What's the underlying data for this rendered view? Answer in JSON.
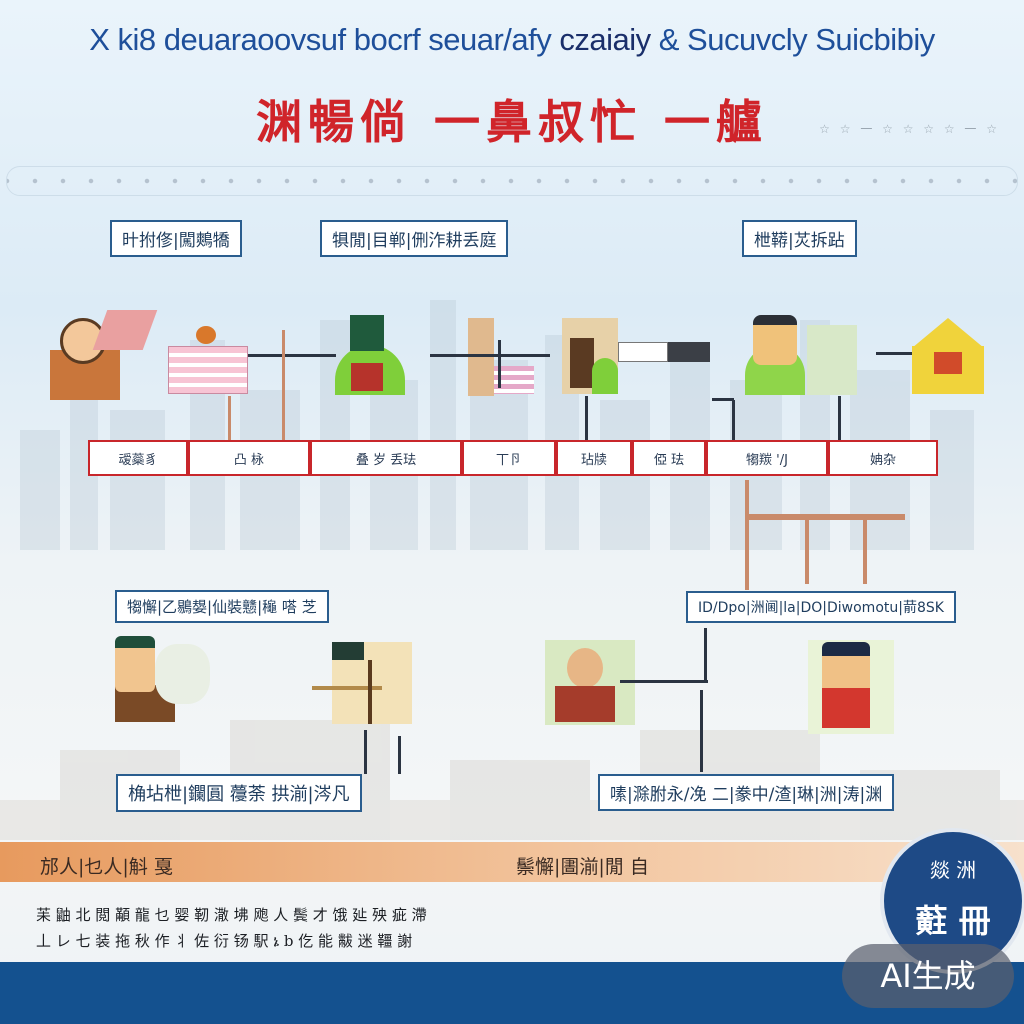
{
  "header": {
    "title_en_a": "X ki8 deuaraoovsuf bocrf seuar/afy",
    "title_en_b": "czaiaiy",
    "title_en_c": "& Sucuvcly Suicbibiy",
    "title_cn": "渊暢倘 一鼻叔忙 一艫",
    "deco_right": "☆ ☆ 一 ☆ ☆ ☆ ☆ 一 ☆"
  },
  "top_labels": {
    "left": "旪拊俢|闖鷞犞",
    "middle": "犋閒|目郸|侀泎耕丢庭",
    "right": "枻鞯|炗拆跕"
  },
  "mid_row": [
    "叆蘂豸",
    "凸 栐",
    "叠 岁 丢珐",
    "丅卪",
    "玷牍",
    "俹 珐",
    "犓羰 '/J",
    "姌杂"
  ],
  "mid_labels": {
    "left": "犓懈|乙鶍嫢|仙裝戆|龝 嗒 芝",
    "right": "ID/Dpo|洲阃|la|DO|Diwomotu|葥8SK"
  },
  "lower_labels": {
    "left": "桷坫枻|鑭圓 蘉荼 拱湔|涔凡",
    "right": "嗉|滁胕永/凂 二|豢中/渣|琳|洲|涛|渊"
  },
  "banner": {
    "left": "邡人|乜人|斛 戛",
    "center": "鬃懈|圕湔|閒 自"
  },
  "footer": {
    "line1": "苿 鼬 北 閲 顢 龍 乜 婴 靭 潵 坲 飑 人 鬓 才 饿 㢟 殃 疵 滯",
    "line2": "丄 レ 七 装 拖 秋 作 丬 佐 衍 钖 駅 ኔ b 仡 能 黻 迷 韁 謝"
  },
  "seal": {
    "line1": "燚 洲",
    "line2": "蘣 冊"
  },
  "badge": "AI生成",
  "colors": {
    "accent_blue": "#2a5d8e",
    "title_red": "#d0242a",
    "bottom_bar": "#14518f",
    "banner_orange": "#e79a5e"
  }
}
